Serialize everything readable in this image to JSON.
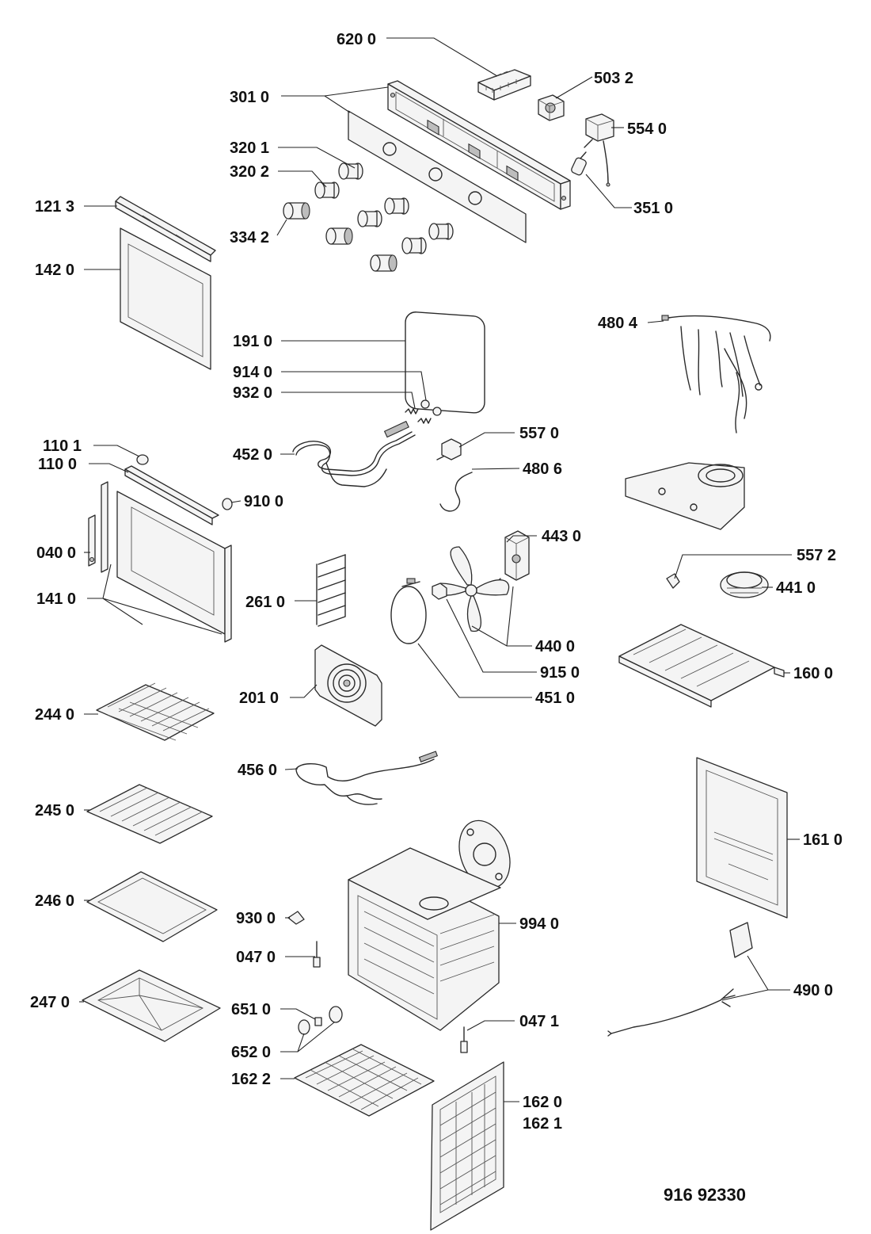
{
  "diagram": {
    "document_number": "916 92330",
    "part_labels": [
      "620 0",
      "503 2",
      "301 0",
      "554 0",
      "320 1",
      "320 2",
      "351 0",
      "121 3",
      "334 2",
      "142 0",
      "480 4",
      "191 0",
      "914 0",
      "932 0",
      "557 0",
      "110 1",
      "452 0",
      "110 0",
      "480 6",
      "910 0",
      "443 0",
      "040 0",
      "557 2",
      "441 0",
      "141 0",
      "261 0",
      "440 0",
      "915 0",
      "160 0",
      "451 0",
      "201 0",
      "244 0",
      "456 0",
      "245 0",
      "161 0",
      "246 0",
      "930 0",
      "994 0",
      "047 0",
      "490 0",
      "247 0",
      "651 0",
      "047 1",
      "652 0",
      "162 2",
      "162 0",
      "162 1"
    ]
  }
}
